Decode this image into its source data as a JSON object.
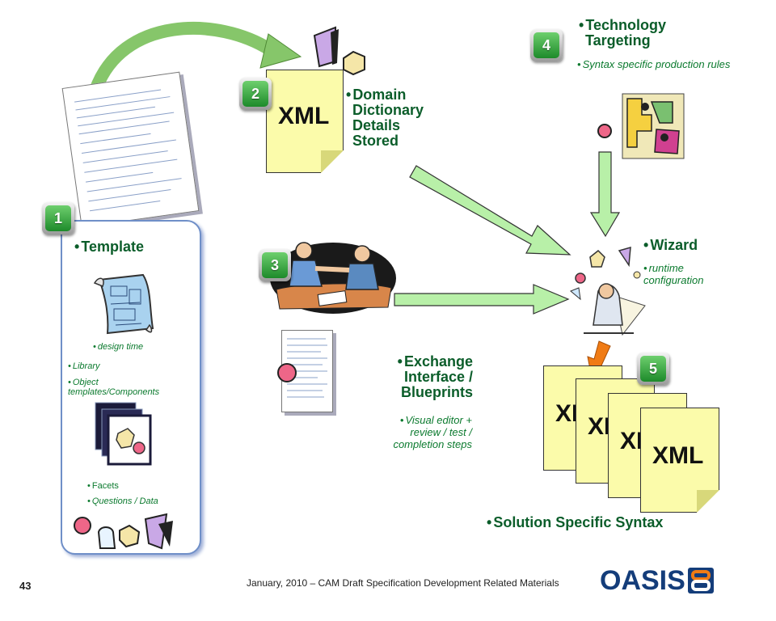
{
  "badges": [
    "1",
    "2",
    "3",
    "4",
    "5"
  ],
  "template": {
    "title": "Template",
    "design_time": "design time",
    "library": "Library",
    "object_templates": "Object templates/Components",
    "facets": "Facets",
    "questions": "Questions / Data"
  },
  "domain": {
    "xml": "XML",
    "line1": "Domain",
    "line2": "Dictionary",
    "line3": "Details",
    "line4": "Stored"
  },
  "technology": {
    "line1": "Technology",
    "line2": "Targeting",
    "sub": "Syntax specific production rules"
  },
  "wizard": {
    "title": "Wizard",
    "sub": "runtime configuration"
  },
  "exchange": {
    "line1": "Exchange",
    "line2": "Interface /",
    "line3": "Blueprints",
    "sub1": "Visual editor +",
    "sub2": "review / test /",
    "sub3": "completion steps"
  },
  "solution": {
    "xml": "XML",
    "label": "Solution Specific Syntax"
  },
  "footer": {
    "page_number": "43",
    "text": "January, 2010 – CAM Draft Specification Development Related Materials",
    "logo": "OASIS"
  },
  "colors": {
    "arrow": "#b8f0a8",
    "arrow_stroke": "#333333",
    "curve": "#86c66a",
    "orange": "#f07b14",
    "heading": "#0b5d2a"
  }
}
